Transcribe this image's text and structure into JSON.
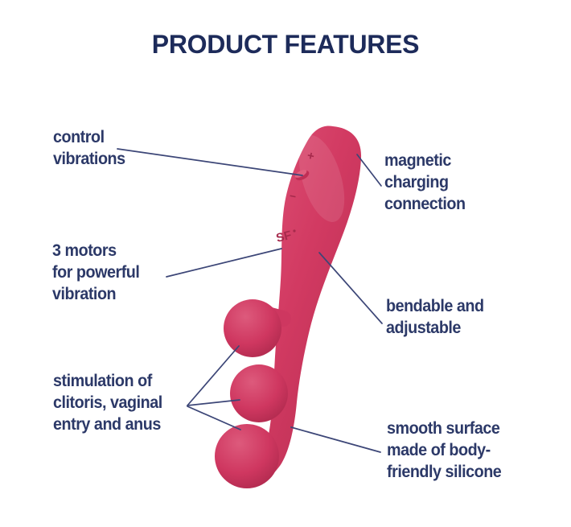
{
  "title": "PRODUCT FEATURES",
  "callouts": [
    {
      "id": "control-vibrations",
      "side": "left",
      "text": "control\nvibrations"
    },
    {
      "id": "three-motors",
      "side": "left",
      "text": "3 motors\nfor powerful\nvibration"
    },
    {
      "id": "stimulation",
      "side": "left",
      "text": "stimulation of\nclitoris, vaginal\nentry and anus"
    },
    {
      "id": "magnetic-charging",
      "side": "right",
      "text": "magnetic\ncharging\nconnection"
    },
    {
      "id": "bendable",
      "side": "right",
      "text": "bendable and\nadjustable"
    },
    {
      "id": "smooth-surface",
      "side": "right",
      "text": "smooth surface\nmade of body-\nfriendly silicone"
    }
  ],
  "product": {
    "engravings": {
      "plus_button": "+",
      "minus_button": "−",
      "brand_logo": "SF"
    },
    "colors": {
      "pink_main": "#d23a62",
      "pink_light": "#de5b7c",
      "pink_dark": "#ad2a4c",
      "engraving_pink": "#a62a4c"
    }
  },
  "style": {
    "background": "#ffffff",
    "title_color": "#1d2b5a",
    "label_color": "#2c3968",
    "line_color": "#3c4677"
  }
}
